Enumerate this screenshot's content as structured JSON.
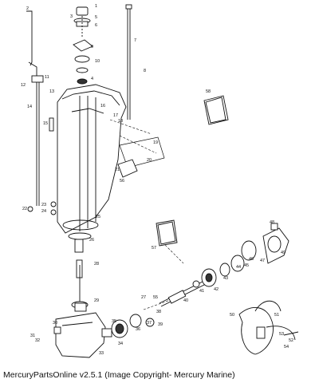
{
  "caption": "MercuryPartsOnline v2.5.1 (Image Copyright- Mercury Marine)",
  "part_callouts": [
    "1",
    "2",
    "3",
    "4",
    "5",
    "6",
    "7",
    "8",
    "9",
    "10",
    "11",
    "12",
    "13",
    "14",
    "15",
    "16",
    "17",
    "18",
    "19",
    "20",
    "21",
    "22",
    "23",
    "24",
    "25",
    "26",
    "27",
    "28",
    "29",
    "30",
    "31",
    "32",
    "33",
    "34",
    "35",
    "36",
    "37",
    "38",
    "39",
    "40",
    "41",
    "42",
    "43",
    "44",
    "45",
    "46",
    "47",
    "48",
    "49",
    "50",
    "51",
    "52",
    "53",
    "54",
    "55",
    "56",
    "57",
    "58"
  ],
  "boxes": {
    "box_58": {
      "line1": "",
      "line2": ""
    },
    "box_57": {
      "line1": "",
      "line2": ""
    }
  }
}
